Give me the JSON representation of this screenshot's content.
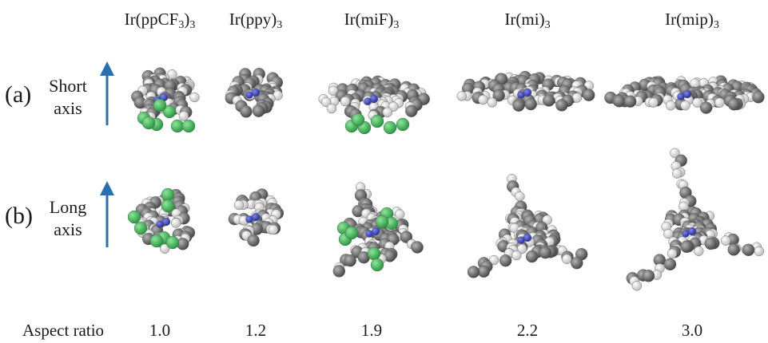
{
  "columns": [
    {
      "name": "Ir(ppCF",
      "sub": "3",
      "suffix": ")",
      "sub2": "3",
      "ratio": "1.0"
    },
    {
      "name": "Ir(ppy)",
      "sub": "3",
      "suffix": "",
      "sub2": "",
      "ratio": "1.2"
    },
    {
      "name": "Ir(miF)",
      "sub": "3",
      "suffix": "",
      "sub2": "",
      "ratio": "1.9"
    },
    {
      "name": "Ir(mi)",
      "sub": "3",
      "suffix": "",
      "sub2": "",
      "ratio": "2.2"
    },
    {
      "name": "Ir(mip)",
      "sub": "3",
      "suffix": "",
      "sub2": "",
      "ratio": "3.0"
    }
  ],
  "rows": [
    {
      "letter": "(a)",
      "line1": "Short",
      "line2": "axis"
    },
    {
      "letter": "(b)",
      "line1": "Long",
      "line2": "axis"
    }
  ],
  "footer": {
    "label": "Aspect ratio"
  },
  "colors": {
    "arrow": "#2a6fb0",
    "carbon": "#7a7a7a",
    "hydrogen": "#e6e6e6",
    "fluorine": "#3fbf5a",
    "nitrogen": "#3a45c8"
  }
}
